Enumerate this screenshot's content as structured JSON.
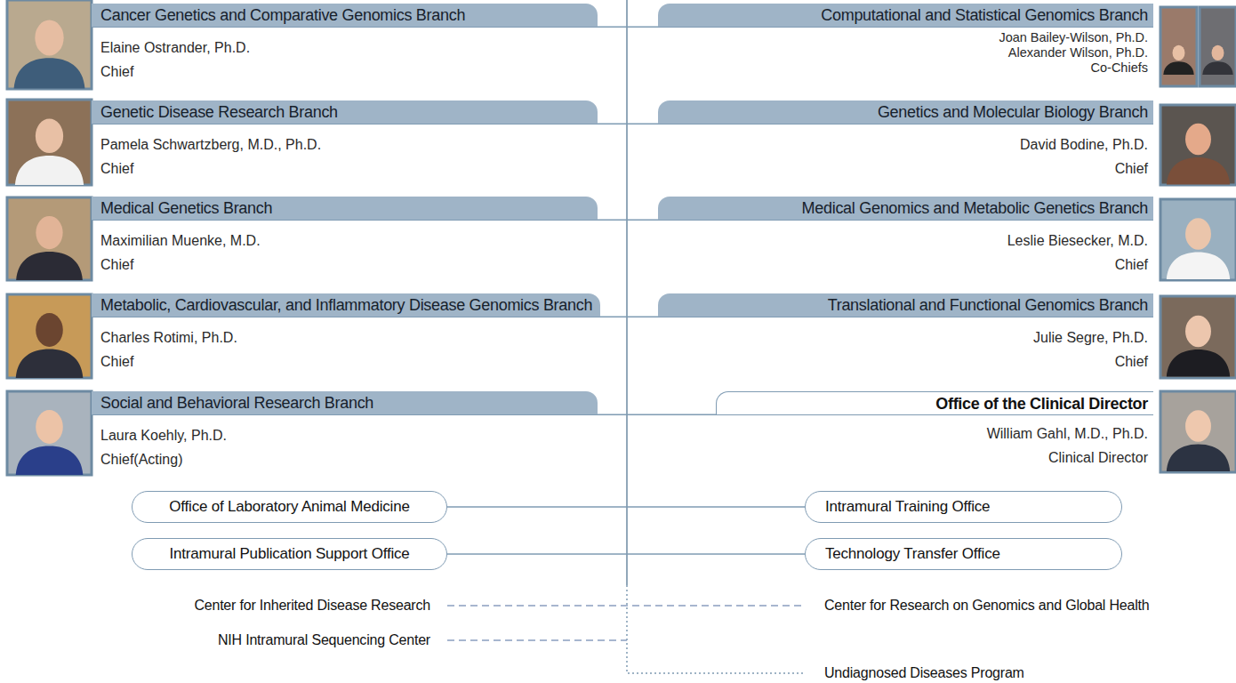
{
  "diagram": {
    "nodes": [
      {
        "text": [
          "Cancer Genetics and Comparative Genomics Branch",
          "Elaine Ostrander, Ph.D.",
          "Chief"
        ]
      },
      {
        "text": [
          "Computational and Statistical Genomics Branch",
          "Joan Bailey-Wilson, Ph.D.",
          "Alexander Wilson, Ph.D.",
          "Co-Chiefs"
        ]
      },
      {
        "text": [
          "Genetic Disease Research Branch",
          "Pamela Schwartzberg, M.D., Ph.D.",
          "Chief"
        ]
      },
      {
        "text": [
          "Genetics and Molecular Biology Branch",
          "David Bodine, Ph.D.",
          "Chief"
        ]
      },
      {
        "text": [
          "Medical Genetics Branch",
          "Maximilian Muenke, M.D.",
          "Chief"
        ]
      },
      {
        "text": [
          "Medical Genomics and Metabolic Genetics Branch",
          "Leslie Biesecker, M.D.",
          "Chief"
        ]
      },
      {
        "text": [
          "Metabolic, Cardiovascular, and Inflammatory Disease Genomics Branch",
          "Charles Rotimi, Ph.D.",
          "Chief"
        ]
      },
      {
        "text": [
          "Translational and Functional Genomics Branch",
          "Julie Segre, Ph.D.",
          "Chief"
        ]
      },
      {
        "text": [
          "Social and Behavioral Research Branch",
          "Laura Koehly, Ph.D.",
          "Chief(Acting)"
        ]
      },
      {
        "text": [
          "Office of the Clinical Director",
          "William Gahl, M.D., Ph.D.",
          "Clinical Director"
        ]
      },
      {
        "text": [
          "Office of Laboratory Animal Medicine"
        ]
      },
      {
        "text": [
          "Intramural Training Office"
        ]
      },
      {
        "text": [
          "Intramural Publication Support Office"
        ]
      },
      {
        "text": [
          "Technology Transfer Office"
        ]
      }
    ],
    "edges": [
      {
        "from": 0,
        "to": 1,
        "arrow": "none"
      },
      {
        "from": 2,
        "to": 3,
        "arrow": "none"
      },
      {
        "from": 4,
        "to": 5,
        "arrow": "none"
      },
      {
        "from": 6,
        "to": 7,
        "arrow": "none"
      },
      {
        "from": 8,
        "to": 9,
        "arrow": "none"
      },
      {
        "from": 10,
        "to": 11,
        "arrow": "none"
      },
      {
        "from": 12,
        "to": 13,
        "arrow": "none"
      }
    ],
    "labels": [
      "Center for Inherited Disease Research",
      "Center for Research on Genomics and Global Health",
      "NIH Intramural Sequencing Center",
      "Undiagnosed Diseases Program"
    ]
  }
}
